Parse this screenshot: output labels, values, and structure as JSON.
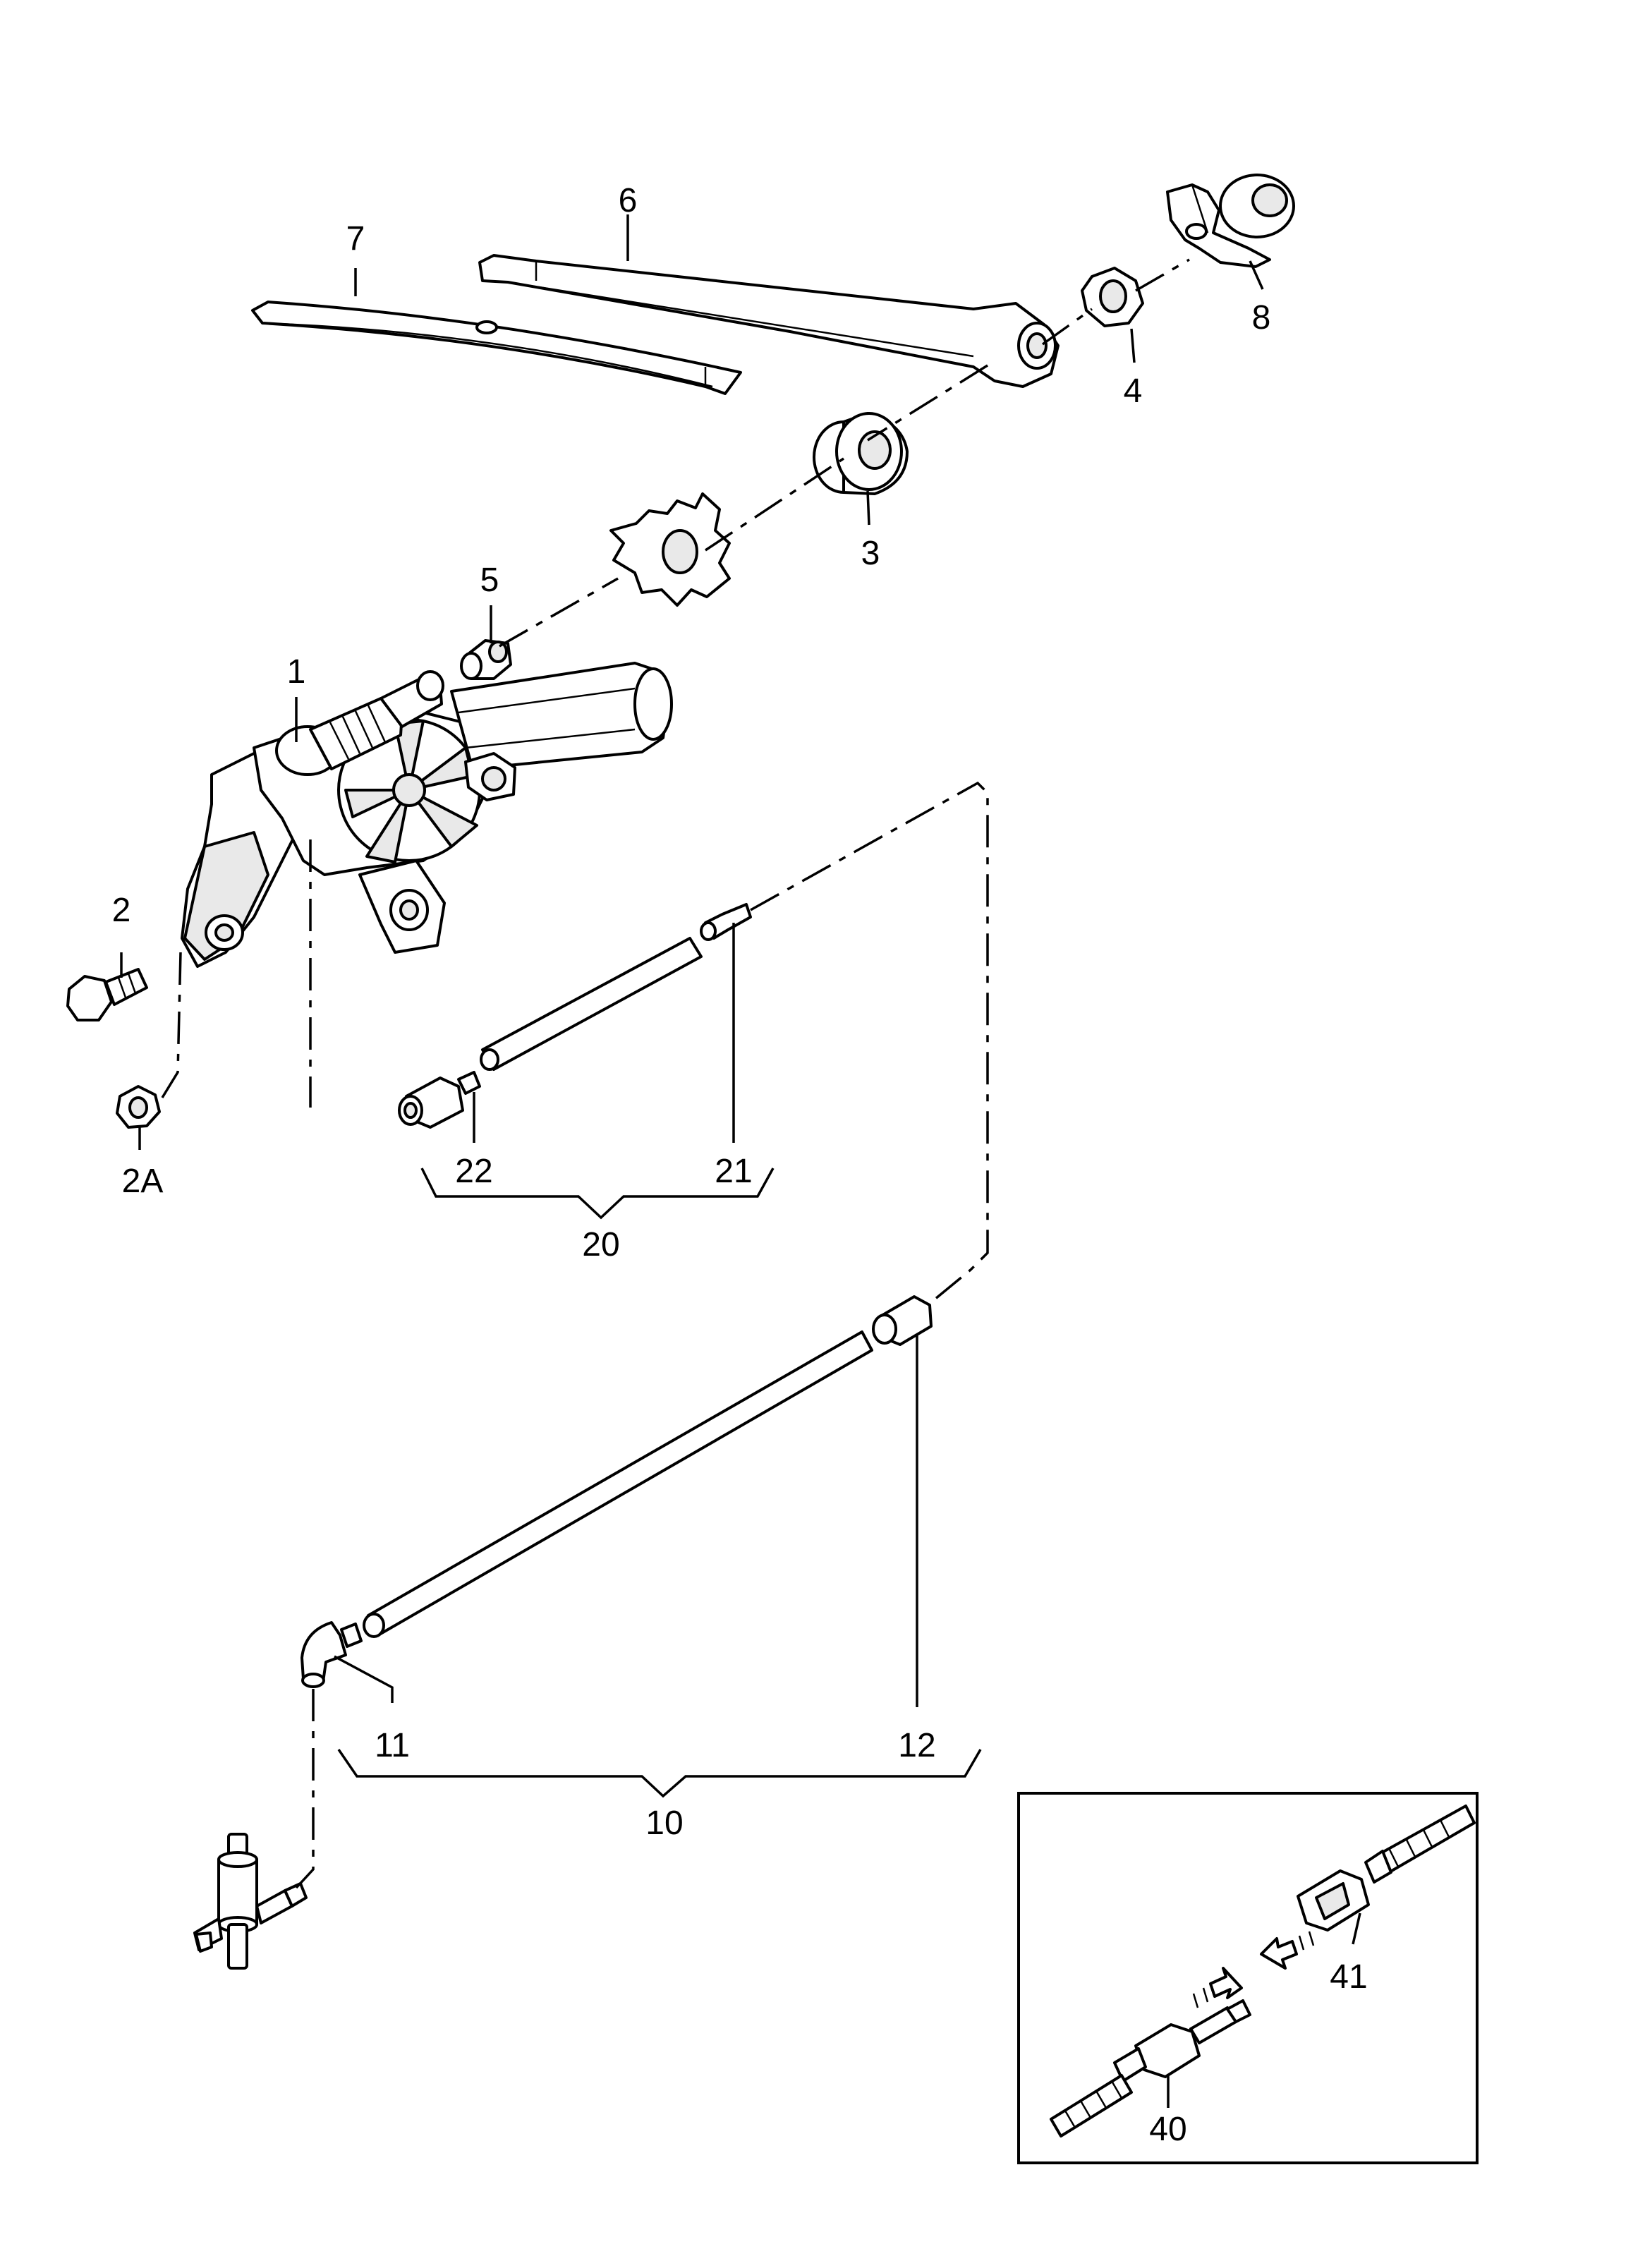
{
  "callouts": {
    "c1": "1",
    "c2": "2",
    "c2A": "2A",
    "c3": "3",
    "c4": "4",
    "c5": "5",
    "c6": "6",
    "c7": "7",
    "c8": "8",
    "c10": "10",
    "c11": "11",
    "c12": "12",
    "c20": "20",
    "c21": "21",
    "c22": "22",
    "c40": "40",
    "c41": "41"
  }
}
